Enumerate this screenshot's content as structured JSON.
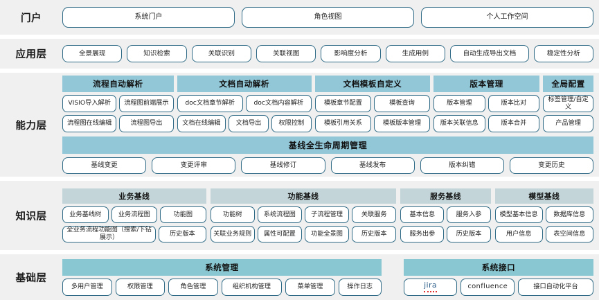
{
  "layers": {
    "portal": {
      "label": "门户",
      "items": [
        "系统门户",
        "角色视图",
        "个人工作空间"
      ]
    },
    "application": {
      "label": "应用层",
      "items": [
        "全景展现",
        "知识检索",
        "关联识别",
        "关联视图",
        "影响度分析",
        "生成用例",
        "自动生成导出文档",
        "稳定性分析"
      ]
    },
    "capability": {
      "label": "能力层",
      "groups": [
        {
          "title": "流程自动解析",
          "row1": [
            "VISIO导入解析",
            "流程图前端展示"
          ],
          "row2": [
            "流程图在线编辑",
            "流程图导出"
          ]
        },
        {
          "title": "文档自动解析",
          "row1": [
            "doc文档章节解析",
            "doc文档内容解析"
          ],
          "row2": [
            "文档在线编辑",
            "文档导出",
            "权限控制"
          ]
        },
        {
          "title": "文档模板自定义",
          "row1": [
            "模板章节配置",
            "模板查询"
          ],
          "row2": [
            "模板引用关系",
            "模板版本管理"
          ]
        },
        {
          "title": "版本管理",
          "row1": [
            "版本管理",
            "版本比对"
          ],
          "row2": [
            "版本关联信息",
            "版本合并"
          ]
        },
        {
          "title": "全局配置",
          "row1": [
            "标签管理/自定义"
          ],
          "row2": [
            "产品管理"
          ]
        }
      ],
      "baseline": {
        "title": "基线全生命周期管理",
        "items": [
          "基线变更",
          "变更评审",
          "基线修订",
          "基线发布",
          "版本纠错",
          "变更历史"
        ]
      }
    },
    "knowledge": {
      "label": "知识层",
      "groups": [
        {
          "title": "业务基线",
          "row1": [
            "业务基线树",
            "业务流程图",
            "功能图"
          ],
          "row2": [
            "全业务流程功能图（搜索/下钻展示）",
            "历史版本"
          ]
        },
        {
          "title": "功能基线",
          "row1": [
            "功能树",
            "系统流程图",
            "子流程管理",
            "关联服务"
          ],
          "row2": [
            "关联业务规则",
            "属性可配置",
            "功能全景图",
            "历史版本"
          ]
        },
        {
          "title": "服务基线",
          "row1": [
            "基本信息",
            "服务入参"
          ],
          "row2": [
            "服务出参",
            "历史版本"
          ]
        },
        {
          "title": "模型基线",
          "row1": [
            "模型基本信息",
            "数据库信息"
          ],
          "row2": [
            "用户信息",
            "表空间信息"
          ]
        }
      ]
    },
    "foundation": {
      "label": "基础层",
      "groups": [
        {
          "title": "系统管理",
          "items": [
            "多用户管理",
            "权限管理",
            "角色管理",
            "组织机构管理",
            "菜单管理",
            "操作日志"
          ]
        },
        {
          "title": "系统接口",
          "items": [
            "jira",
            "confluence",
            "接口自动化平台"
          ]
        }
      ]
    }
  },
  "colors": {
    "capability_header": "#92c7d8",
    "knowledge_header": "#c3d5d8",
    "foundation_header": "#89c8d2",
    "pill_border": "#2e6a85",
    "layer_bg": "#f0f0f0"
  }
}
